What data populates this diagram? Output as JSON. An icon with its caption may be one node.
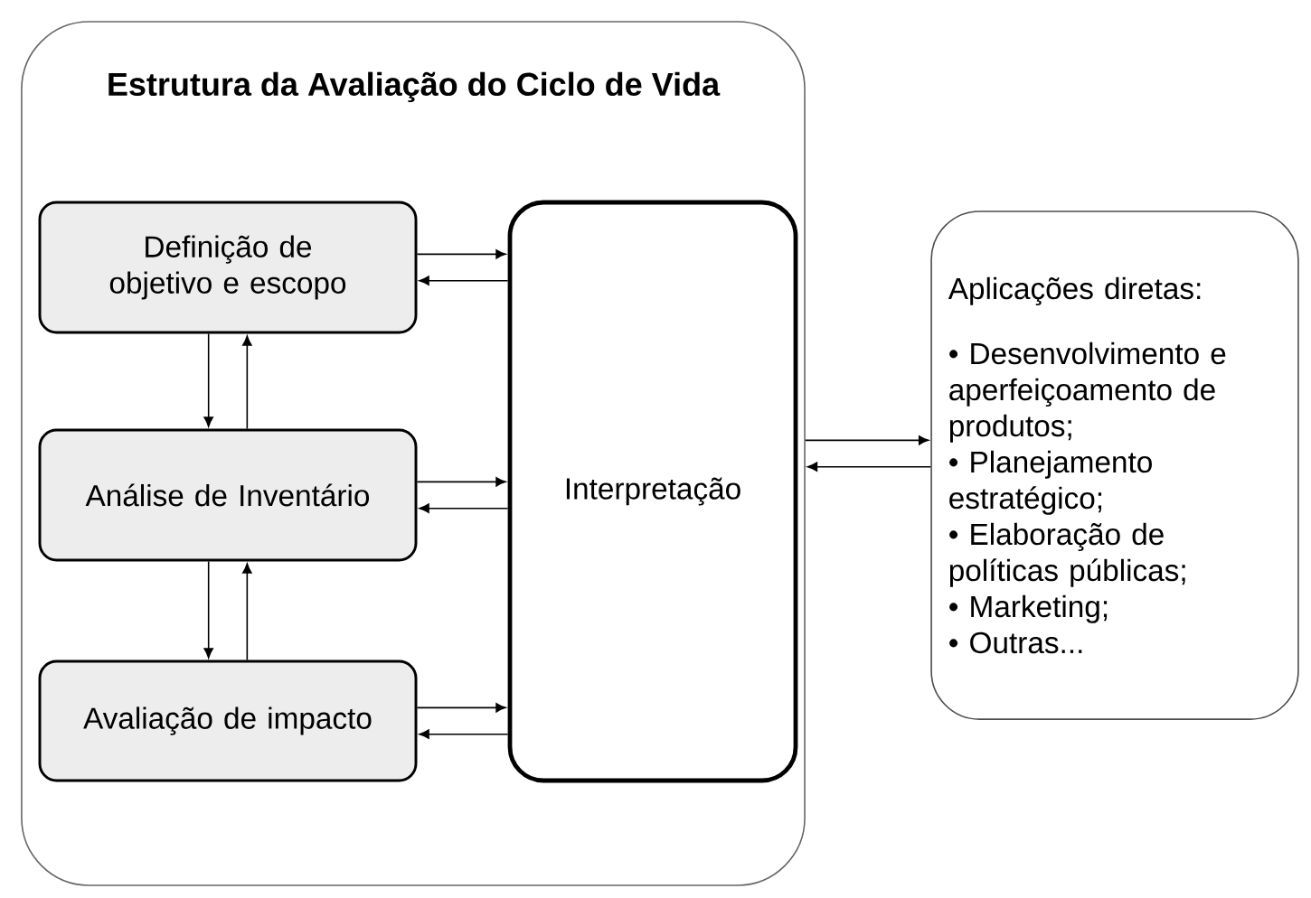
{
  "diagram": {
    "nodes": [
      {
        "text": [
          "Estrutura da Avaliação do Ciclo de Vida"
        ]
      },
      {
        "text": [
          "Definição de objetivo e escopo"
        ],
        "in": 0
      },
      {
        "text": [
          "Análise de Inventário"
        ],
        "in": 0
      },
      {
        "text": [
          "Avaliação de impacto"
        ],
        "in": 0
      },
      {
        "text": [
          "Interpretação"
        ],
        "in": 0
      },
      {
        "text": [
          "Aplicações diretas:",
          "• Desenvolvimento e aperfeiçoamento de produtos;",
          "• Planejamento estratégico;",
          "• Elaboração de políticas públicas;",
          "• Marketing;",
          "• Outras..."
        ]
      }
    ],
    "edges": [
      {
        "from": 1,
        "to": 4,
        "arrow": "to"
      },
      {
        "from": 4,
        "to": 1,
        "arrow": "to"
      },
      {
        "from": 1,
        "to": 2,
        "arrow": "to"
      },
      {
        "from": 2,
        "to": 1,
        "arrow": "to"
      },
      {
        "from": 2,
        "to": 4,
        "arrow": "to"
      },
      {
        "from": 4,
        "to": 2,
        "arrow": "to"
      },
      {
        "from": 2,
        "to": 3,
        "arrow": "to"
      },
      {
        "from": 3,
        "to": 2,
        "arrow": "to"
      },
      {
        "from": 3,
        "to": 4,
        "arrow": "to"
      },
      {
        "from": 4,
        "to": 3,
        "arrow": "to"
      },
      {
        "from": 0,
        "to": 5,
        "arrow": "to"
      },
      {
        "from": 5,
        "to": 0,
        "arrow": "to"
      }
    ]
  }
}
